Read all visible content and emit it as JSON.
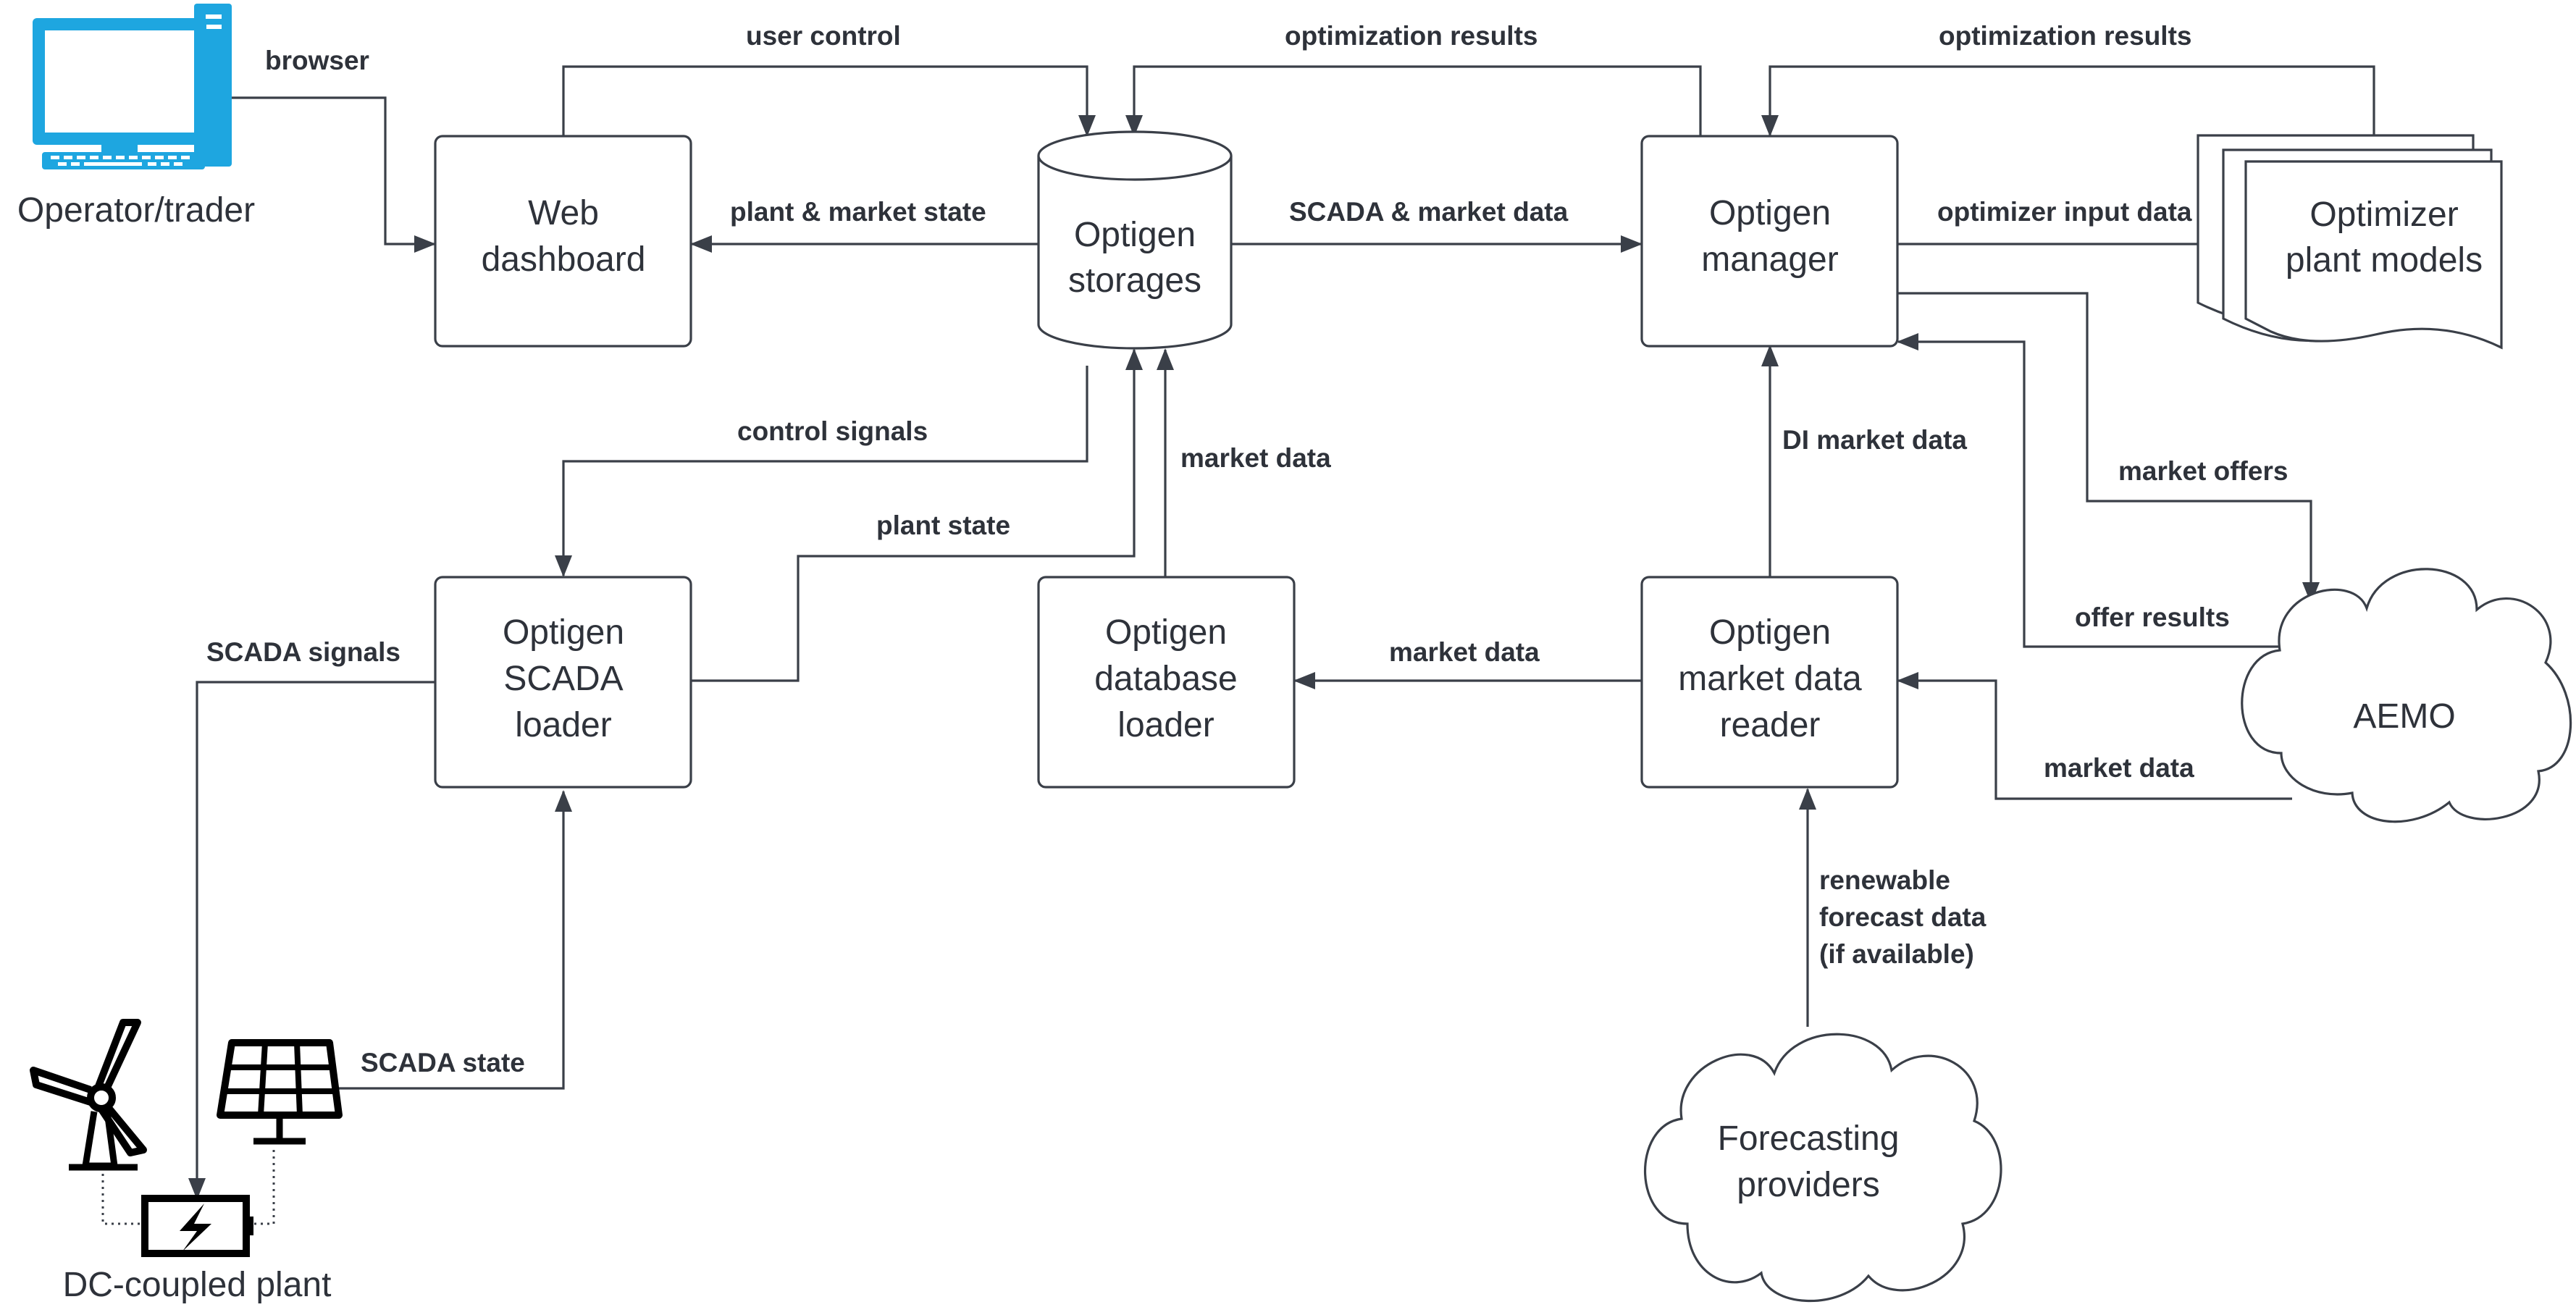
{
  "nodes": {
    "web_dashboard": [
      "Web",
      "dashboard"
    ],
    "storages": [
      "Optigen",
      "storages"
    ],
    "manager": [
      "Optigen",
      "manager"
    ],
    "plant_models": [
      "Optimizer",
      "plant models"
    ],
    "scada_loader": [
      "Optigen",
      "SCADA",
      "loader"
    ],
    "database_loader": [
      "Optigen",
      "database",
      "loader"
    ],
    "market_data_reader": [
      "Optigen",
      "market data",
      "reader"
    ],
    "aemo": [
      "AEMO"
    ],
    "forecasting_providers": [
      "Forecasting",
      "providers"
    ]
  },
  "captions": {
    "operator": "Operator/trader",
    "plant": "DC-coupled plant"
  },
  "edge_labels": {
    "browser": "browser",
    "user_control": "user control",
    "optimization_results_storage": "optimization results",
    "optimization_results_manager": "optimization results",
    "plant_market_state": "plant & market state",
    "scada_market_data": "SCADA & market data",
    "optimizer_input_data": "optimizer input data",
    "control_signals": "control signals",
    "market_data_db": "market data",
    "plant_state": "plant state",
    "di_market_data": "DI market data",
    "market_offers": "market offers",
    "offer_results": "offer results",
    "scada_signals": "SCADA signals",
    "market_data_reader_to_db": "market data",
    "market_data_aemo": "market data",
    "renewable_forecast": [
      "renewable",
      "forecast data",
      "(if available)"
    ],
    "scada_state": "SCADA state"
  },
  "icons": {
    "computer": "computer-icon",
    "wind": "wind-turbine-icon",
    "solar": "solar-panel-icon",
    "battery": "battery-icon"
  },
  "colors": {
    "line": "#3a3f48",
    "text": "#2e323a",
    "computer_icon": "#1ea6e0"
  }
}
